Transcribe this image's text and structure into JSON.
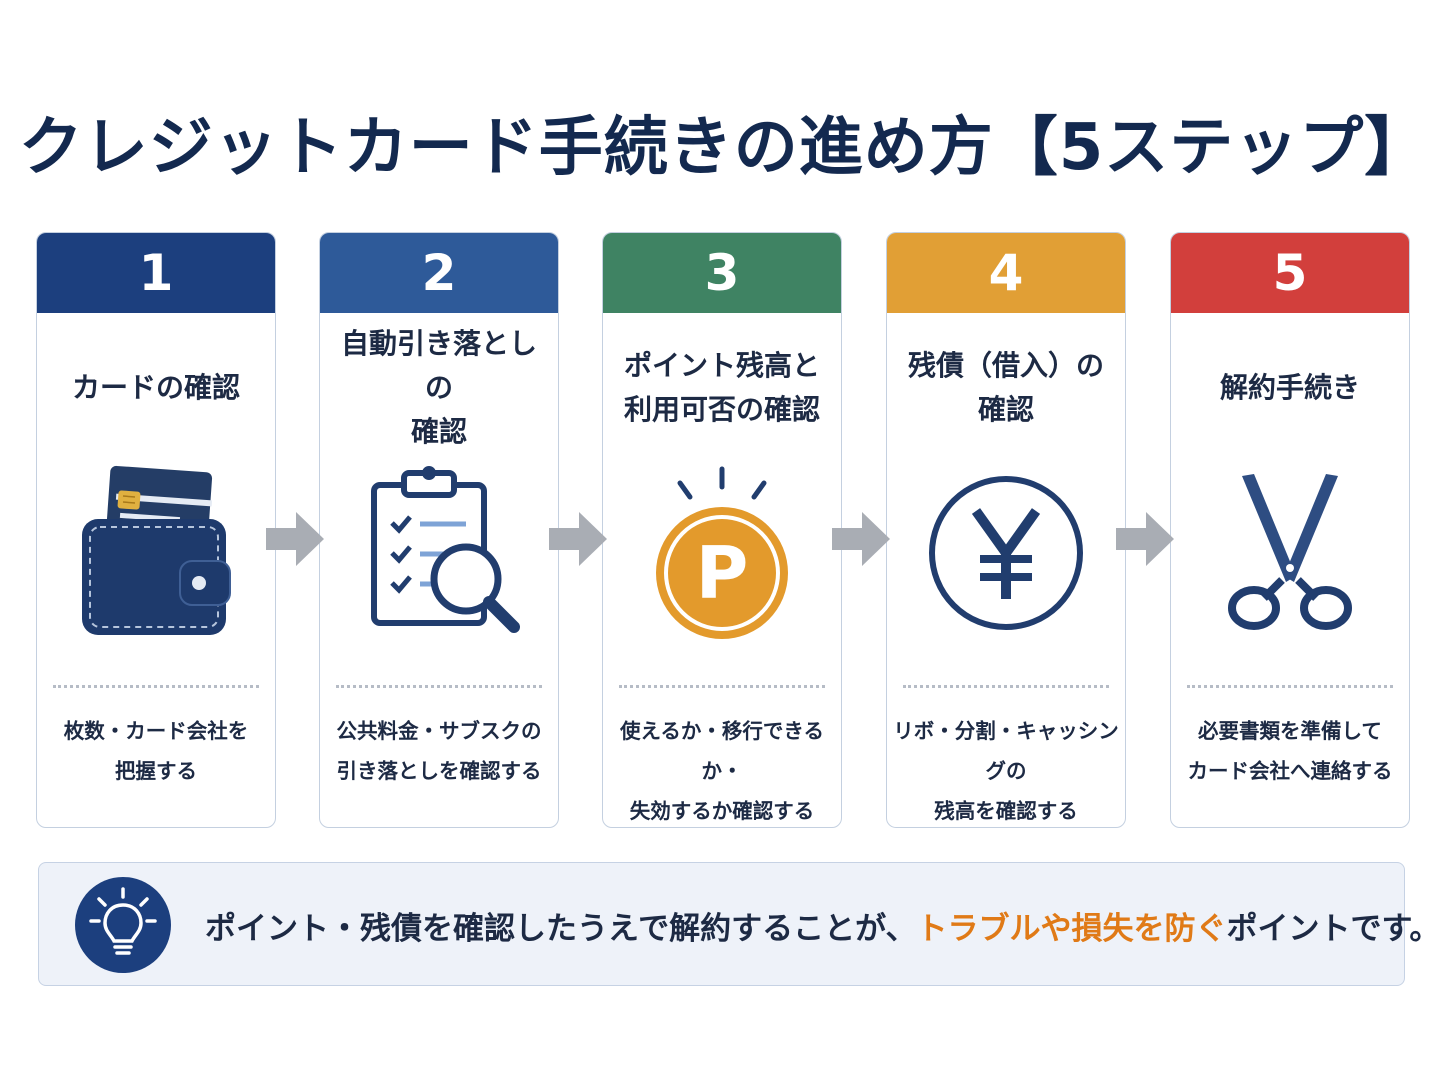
{
  "title": "クレジットカード手続きの進め方【5ステップ】",
  "colors": {
    "step1": "#1c3f7e",
    "step2": "#2e5a99",
    "step3": "#3f8363",
    "step4": "#e19f35",
    "step5": "#d23f3c",
    "icon_navy": "#213d6e",
    "coin_orange": "#e39a2c",
    "highlight": "#e07a17",
    "arrow_gray": "#a9adb4"
  },
  "steps": [
    {
      "number": "1",
      "title": "カードの確認",
      "description": "枚数・カード会社を\n把握する",
      "icon": "wallet-icon"
    },
    {
      "number": "2",
      "title": "自動引き落としの\n確認",
      "description": "公共料金・サブスクの\n引き落としを確認する",
      "icon": "clipboard-search-icon"
    },
    {
      "number": "3",
      "title": "ポイント残高と\n利用可否の確認",
      "description": "使えるか・移行できるか・\n失効するか確認する",
      "icon": "point-coin-icon"
    },
    {
      "number": "4",
      "title": "残債（借入）の\n確認",
      "description": "リボ・分割・キャッシングの\n残高を確認する",
      "icon": "yen-icon"
    },
    {
      "number": "5",
      "title": "解約手続き",
      "description": "必要書類を準備して\nカード会社へ連絡する",
      "icon": "scissors-icon"
    }
  ],
  "tip": {
    "icon": "lightbulb-icon",
    "text_before": "ポイント・残債を確認したうえで解約することが、",
    "text_highlight": "トラブルや損失を防ぐ",
    "text_after": "ポイントです。"
  }
}
